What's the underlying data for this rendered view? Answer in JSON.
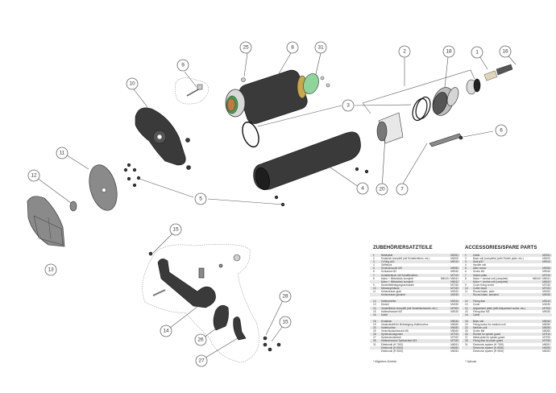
{
  "drawing": {
    "title": "Exploded view – spare parts drawing",
    "callouts": [
      "1",
      "2",
      "3",
      "4",
      "5",
      "6",
      "7",
      "8",
      "9",
      "10",
      "11",
      "12",
      "13",
      "14",
      "15",
      "15",
      "16",
      "18",
      "20",
      "25",
      "26",
      "27",
      "28",
      "31"
    ]
  },
  "parts_de": {
    "heading": "ZUBEHÖR/ERSATZTEILE",
    "rows": [
      {
        "no": "1",
        "name": "Netzkabel",
        "code": "M0251"
      },
      {
        "no": "2",
        "name": "Endstück komplett (mit Schalterblech, etc.)",
        "code": "M6200"
      },
      {
        "no": "3",
        "name": "O-Ring ø32",
        "code": "M9010"
      },
      {
        "no": "4",
        "name": "Griffstück",
        "code": ""
      },
      {
        "no": "5",
        "name": "Senkschraube M3",
        "code": "M9050"
      },
      {
        "no": "6",
        "name": "Schraube M3",
        "code": "M9040"
      },
      {
        "no": "7",
        "name": "Schalterblech mit Schaltfunktion",
        "code": "M7010"
      },
      {
        "no": "8",
        "name": "Motor + Mittelstück komplett",
        "code": "M6040 / M6041"
      },
      {
        "no": "",
        "name": "Motor + Mittelstück komplett",
        "code": "M6042"
      },
      {
        "no": "9",
        "name": "Deckelbefestigungsschraube",
        "code": "M7030"
      },
      {
        "no": "10",
        "name": "Messergehäuse",
        "code": "M7020"
      },
      {
        "no": "11",
        "name": "Kreismesser glatt",
        "code": "M0020"
      },
      {
        "no": "",
        "name": "Kreismesser gezahnt",
        "code": "M0030"
      },
      {
        "gap": true
      },
      {
        "no": "12",
        "name": "Haltescheibe",
        "code": "M0010"
      },
      {
        "no": "13",
        "name": "Deckel",
        "code": "M4030"
      },
      {
        "no": "14",
        "name": "Verstellblech komplett (mit Verstellschraube, etc.)",
        "code": "M7900"
      },
      {
        "no": "15",
        "name": "Halteschraube M3",
        "code": "M9030"
      },
      {
        "no": "16",
        "name": "Kabel",
        "code": ""
      },
      {
        "gap": true
      },
      {
        "no": "18",
        "name": "Endstück",
        "code": "M6040"
      },
      {
        "no": "19",
        "name": "Gewindestift für Befestigung Haltebuchse",
        "code": "M6050"
      },
      {
        "no": "20",
        "name": "Haltebuchse",
        "code": "M6050"
      },
      {
        "no": "25",
        "name": "Verschlussschraube M6",
        "code": "M6060"
      },
      {
        "no": "26",
        "name": "Spritzschutzgummi",
        "code": "M7910"
      },
      {
        "no": "27",
        "name": "Spritzschutzblech",
        "code": "M7920"
      },
      {
        "no": "28",
        "name": "Halteschraube Spritzschutz M3",
        "code": "M7930"
      },
      {
        "no": "31",
        "name": "Elektronik (H 7000)",
        "code": "M6051"
      },
      {
        "no": "",
        "name": "Elektronik (H 8000)",
        "code": "M6050"
      },
      {
        "no": "",
        "name": "Elektronik (R 9000)",
        "code": "M6052"
      }
    ],
    "footnote": "* Mögliches Zubehör"
  },
  "parts_en": {
    "heading": "ACCESSORIES/SPARE PARTS",
    "rows": [
      {
        "no": "1",
        "name": "Cable",
        "code": "M0251"
      },
      {
        "no": "2",
        "name": "Back unit (complete) (with Switch plate, etc.)",
        "code": "M6200"
      },
      {
        "no": "3",
        "name": "Seal ø32",
        "code": "M9010"
      },
      {
        "no": "4",
        "name": "Handle unit",
        "code": ""
      },
      {
        "no": "5",
        "name": "Allen screw",
        "code": "M9050"
      },
      {
        "no": "6",
        "name": "Screw M3",
        "code": "M9040"
      },
      {
        "no": "7",
        "name": "Switch plate",
        "code": "M7010"
      },
      {
        "no": "8",
        "name": "Motor + central unit (complete)",
        "code": "M6040 / M6041"
      },
      {
        "no": "",
        "name": "Motor + central unit (complete)",
        "code": "M6042"
      },
      {
        "no": "9",
        "name": "Cover fixing screw",
        "code": "M7030"
      },
      {
        "no": "10",
        "name": "Cutter head",
        "code": "M7020"
      },
      {
        "no": "11",
        "name": "Round blade, plain",
        "code": "M0020"
      },
      {
        "no": "",
        "name": "Round blade, serrated",
        "code": "M0030"
      },
      {
        "gap": true
      },
      {
        "no": "12",
        "name": "Fixing disc",
        "code": "M0010"
      },
      {
        "no": "13",
        "name": "Cover",
        "code": "M4030"
      },
      {
        "no": "14",
        "name": "Adjustment plate (with Adjustment screw, etc.)",
        "code": "M7900"
      },
      {
        "no": "15",
        "name": "Fixing disc M3",
        "code": "M9030"
      },
      {
        "no": "16",
        "name": "Cable",
        "code": ""
      },
      {
        "gap": true
      },
      {
        "no": "18",
        "name": "Back unit",
        "code": "M6040"
      },
      {
        "no": "19",
        "name": "Fixing screw for medium unit",
        "code": "M6050"
      },
      {
        "no": "20",
        "name": "Medium unit",
        "code": "M6050"
      },
      {
        "no": "25",
        "name": "Screw M6",
        "code": "M6060"
      },
      {
        "no": "26",
        "name": "Rubber for splash guard",
        "code": "M7910"
      },
      {
        "no": "27",
        "name": "Metal plate for splash guard",
        "code": "M7920"
      },
      {
        "no": "28",
        "name": "Fixing disc for plash guard",
        "code": "M7930"
      },
      {
        "no": "31",
        "name": "Electronic system (H 7000)",
        "code": "M6051"
      },
      {
        "no": "",
        "name": "Electronic system (H 8000)",
        "code": "M6050"
      },
      {
        "no": "",
        "name": "Electronic system (R 9000)",
        "code": "M6052"
      }
    ],
    "footnote": "* Optional"
  },
  "colors": {
    "part_dark": "#3a3a3a",
    "part_mid": "#8a8a8a",
    "electronics_green": "#8fd49a",
    "brass": "#c9a74a",
    "row_stripe": "#e6e6e6"
  }
}
